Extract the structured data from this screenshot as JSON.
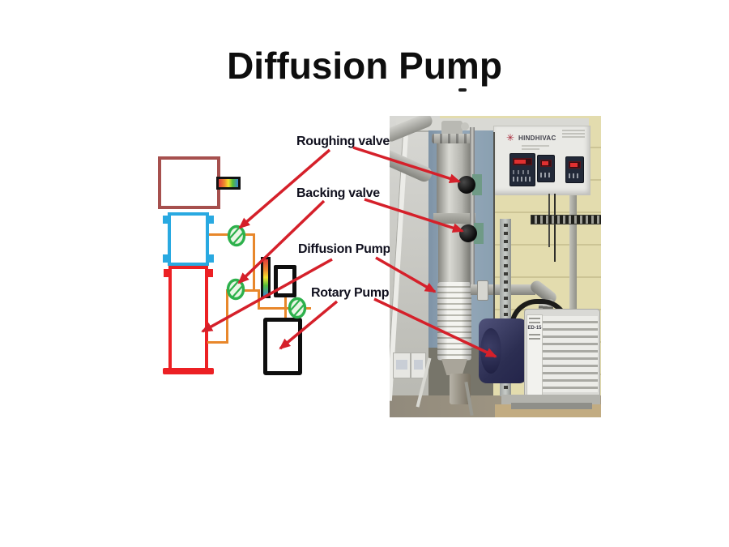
{
  "title": {
    "text": "Diffusion Pump"
  },
  "labels": {
    "roughing_valve": "Roughing valve",
    "backing_valve": "Backing valve",
    "diffusion_pump": "Diffusion Pump",
    "rotary_pump": "Rotary Pump"
  },
  "photo": {
    "brand": "HINDHIVAC",
    "pump_model": "ED-15"
  },
  "colors": {
    "arrow_red": "#d5202a",
    "pipe_orange": "#e8872b",
    "valve_green": "#2db14c",
    "chamber_border": "#a6504e",
    "baffle_border": "#29a9e1",
    "diffusion_border": "#ec2024",
    "panel_blue_grey": "#8ca0b2",
    "wall_beige": "#e3dcae",
    "brand_logo_red": "#a8293a",
    "label_text": "#10101e",
    "title_text": "#0e0e0e"
  },
  "annotations": [
    {
      "label": "Roughing valve",
      "points_to": [
        "schematic roughing valve",
        "photo upper valve knob"
      ]
    },
    {
      "label": "Backing valve",
      "points_to": [
        "schematic backing valve",
        "photo lower valve knob"
      ]
    },
    {
      "label": "Diffusion Pump",
      "points_to": [
        "schematic diffusion pump column",
        "photo finned pump body"
      ]
    },
    {
      "label": "Rotary Pump",
      "points_to": [
        "schematic rotary pump box",
        "photo pump motor"
      ]
    }
  ]
}
